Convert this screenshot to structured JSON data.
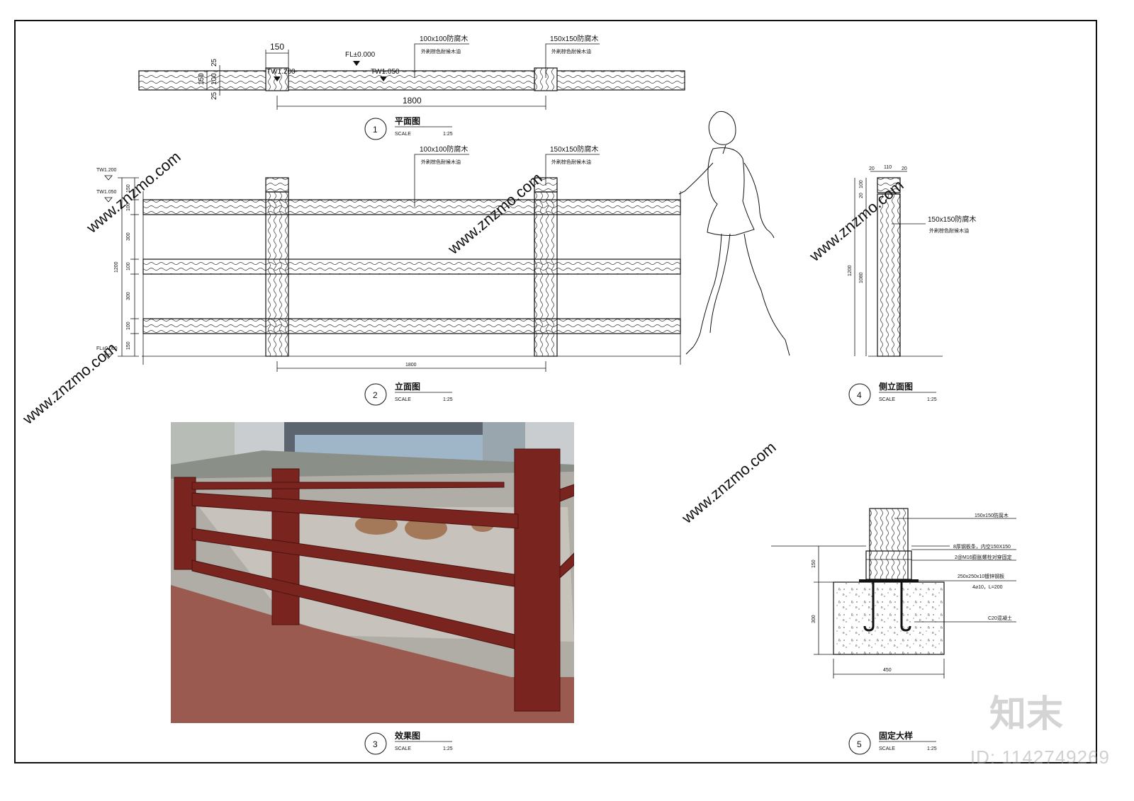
{
  "plan": {
    "dims": {
      "post_width": "150",
      "span": "1800",
      "v_total": "150",
      "v_top": "25",
      "v_mid": "100",
      "v_bot": "25"
    },
    "levels": {
      "fl": "FL±0.000",
      "tw_post": "TW1.200",
      "tw_rail": "TW1.050"
    },
    "callout_rail": {
      "line1": "100x100防腐木",
      "line2": "外刷棕色耐候木油"
    },
    "callout_post": {
      "line1": "150x150防腐木",
      "line2": "外刷棕色耐候木油"
    },
    "label": {
      "num": "1",
      "title": "平面图",
      "scale_label": "SCALE",
      "scale": "1:25"
    }
  },
  "elevation": {
    "levels": {
      "tw_post": "TW1.200",
      "tw_rail": "TW1.050",
      "fl": "FL±0.000"
    },
    "vdims": [
      "150",
      "100",
      "300",
      "100",
      "300",
      "100",
      "150"
    ],
    "total": "1200",
    "span": "1800",
    "callout_rail": {
      "line1": "100x100防腐木",
      "line2": "外刷棕色耐候木油"
    },
    "callout_post": {
      "line1": "150x150防腐木",
      "line2": "外刷棕色耐候木油"
    },
    "label": {
      "num": "2",
      "title": "立面图",
      "scale_label": "SCALE",
      "scale": "1:25"
    }
  },
  "side": {
    "top_dims": [
      "20",
      "110",
      "20"
    ],
    "vdims": {
      "total": "1200",
      "body": "1080",
      "cap_a": "20",
      "cap_b": "100"
    },
    "callout": {
      "line1": "150x150防腐木",
      "line2": "外刷棕色耐候木油"
    },
    "label": {
      "num": "4",
      "title": "侧立面图",
      "scale_label": "SCALE",
      "scale": "1:25"
    }
  },
  "photo": {
    "label": {
      "num": "3",
      "title": "效果图",
      "scale_label": "SCALE",
      "scale": "1:25"
    }
  },
  "detail": {
    "callouts": [
      "150x150防腐木",
      "8厚钢板条，内空150X150",
      "2@M16膨胀螺栓对穿固定",
      "250x250x10镀锌钢板",
      "4⌀10，L=200",
      "C20混凝土"
    ],
    "dims": {
      "above": "150",
      "below": "300",
      "width": "450"
    },
    "label": {
      "num": "5",
      "title": "固定大样",
      "scale_label": "SCALE",
      "scale": "1:25"
    }
  },
  "watermark": {
    "id": "ID: 1142749269",
    "logo": "知末",
    "site": "www.znzmo.com"
  },
  "colors": {
    "line": "#111111",
    "wood_stain": "#7a2420",
    "concrete": "#c8c4bb"
  }
}
